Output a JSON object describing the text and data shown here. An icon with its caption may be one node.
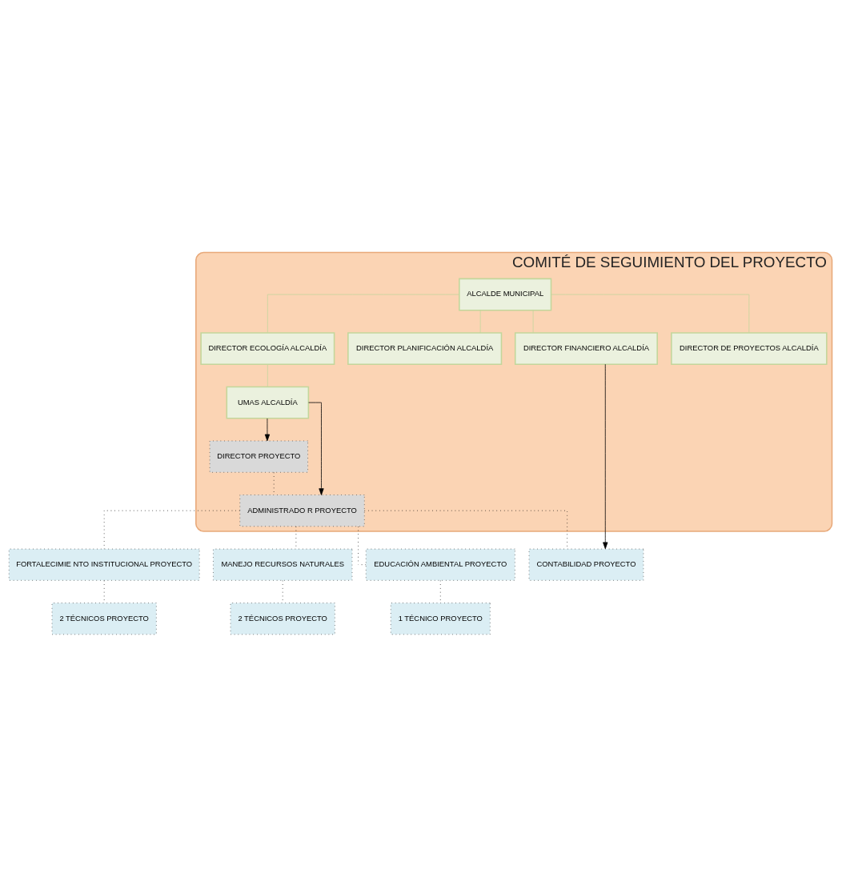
{
  "diagram": {
    "nodes": [
      {
        "text": [
          "COMITÉ DE SEGUIMIENTO DEL PROYECTO"
        ]
      },
      {
        "text": [
          "ALCALDE MUNICIPAL"
        ],
        "in": 0
      },
      {
        "text": [
          "DIRECTOR ECOLOGÍA ALCALDÍA"
        ],
        "in": 0
      },
      {
        "text": [
          "DIRECTOR PLANIFICACIÓN ALCALDÍA"
        ],
        "in": 0
      },
      {
        "text": [
          "DIRECTOR FINANCIERO ALCALDÍA"
        ],
        "in": 0
      },
      {
        "text": [
          "DIRECTOR DE PROYECTOS ALCALDÍA"
        ],
        "in": 0
      },
      {
        "text": [
          "UMAS ALCALDÍA"
        ],
        "in": 0
      },
      {
        "text": [
          "DIRECTOR PROYECTO"
        ],
        "in": 0
      },
      {
        "text": [
          "ADMINISTRADO R PROYECTO"
        ],
        "in": 0
      },
      {
        "text": [
          "CONTABILIDAD PROYECTO"
        ]
      },
      {
        "text": [
          "FORTALECIMIE NTO INSTITUCIONAL PROYECTO"
        ]
      },
      {
        "text": [
          "MANEJO RECURSOS NATURALES"
        ]
      },
      {
        "text": [
          "EDUCACIÓN AMBIENTAL PROYECTO"
        ]
      },
      {
        "text": [
          "2 TÉCNICOS PROYECTO"
        ]
      },
      {
        "text": [
          "2 TÉCNICOS PROYECTO"
        ]
      },
      {
        "text": [
          "1 TÉCNICO PROYECTO"
        ]
      }
    ],
    "edges": [
      {
        "from": 1,
        "to": 2,
        "arrow": "none",
        "color": "#c3d69b"
      },
      {
        "from": 1,
        "to": 3,
        "arrow": "none",
        "color": "#c3d69b"
      },
      {
        "from": 1,
        "to": 4,
        "arrow": "none",
        "color": "#c3d69b"
      },
      {
        "from": 1,
        "to": 5,
        "arrow": "none",
        "color": "#c3d69b"
      },
      {
        "from": 2,
        "to": 6,
        "arrow": "none",
        "color": "#c3d69b"
      },
      {
        "from": 6,
        "to": 7,
        "arrow": "to"
      },
      {
        "from": 6,
        "to": 8,
        "arrow": "to"
      },
      {
        "from": 7,
        "to": 8,
        "arrow": "none",
        "style": "dashed"
      },
      {
        "from": 4,
        "to": 9,
        "arrow": "to"
      },
      {
        "from": 8,
        "to": 9,
        "arrow": "none",
        "style": "dashed"
      },
      {
        "from": 8,
        "to": 10,
        "arrow": "none",
        "style": "dashed"
      },
      {
        "from": 8,
        "to": 11,
        "arrow": "none",
        "style": "dashed"
      },
      {
        "from": 8,
        "to": 12,
        "arrow": "none",
        "style": "dashed"
      },
      {
        "from": 10,
        "to": 13,
        "arrow": "none",
        "style": "dashed"
      },
      {
        "from": 11,
        "to": 14,
        "arrow": "none",
        "style": "dashed"
      },
      {
        "from": 12,
        "to": 15,
        "arrow": "none",
        "style": "dashed"
      }
    ]
  }
}
